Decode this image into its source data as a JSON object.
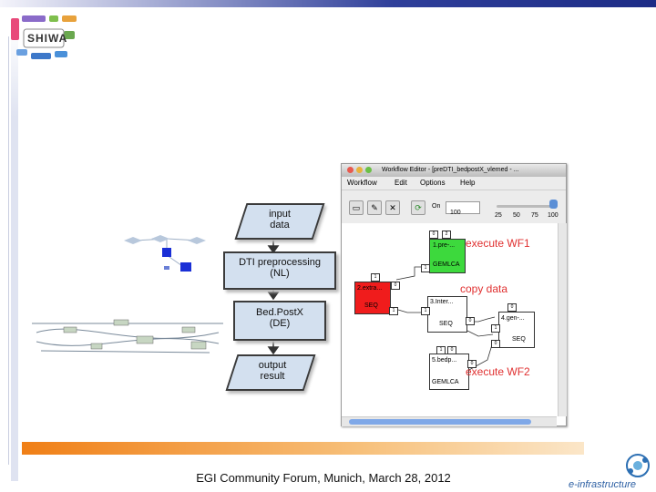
{
  "logo": {
    "text": "SHIWA"
  },
  "diagram": {
    "input": "input\ndata",
    "dti": "DTI preprocessing\n(NL)",
    "bedpost": "Bed.PostX\n(DE)",
    "output": "output\nresult"
  },
  "workflow_editor": {
    "title": "Workflow Editor - [preDTI_bedpostX_vlemed - ...",
    "menu": [
      "Workflow",
      "Edit",
      "Options",
      "Help"
    ],
    "toolbar": {
      "on_label": "On",
      "zoom_value": "100"
    },
    "slider_ticks": [
      "25",
      "50",
      "75",
      "100"
    ],
    "nodes": [
      {
        "name": "1.pre-...",
        "type": "GEMLCA",
        "color": "#3dd93d"
      },
      {
        "name": "2.extra...",
        "type": "SEQ",
        "color": "#f01c1c"
      },
      {
        "name": "3.Inter...",
        "type": "SEQ",
        "color": "#ffffff"
      },
      {
        "name": "4.gen-...",
        "type": "SEQ",
        "color": "#ffffff"
      },
      {
        "name": "5.bedp...",
        "type": "GEMLCA",
        "color": "#ffffff"
      }
    ],
    "annotations": [
      "execute WF1",
      "copy data",
      "execute WF2"
    ]
  },
  "footer": {
    "text": "EGI Community Forum, Munich, March 28, 2012"
  },
  "einfra": {
    "text": "e-infrastructure"
  },
  "colors": {
    "accent_orange": "#f07f16",
    "band_blue": "#2f3f9a",
    "node_green": "#3dd93d",
    "node_red": "#f01c1c",
    "annotation_red": "#e03030"
  }
}
